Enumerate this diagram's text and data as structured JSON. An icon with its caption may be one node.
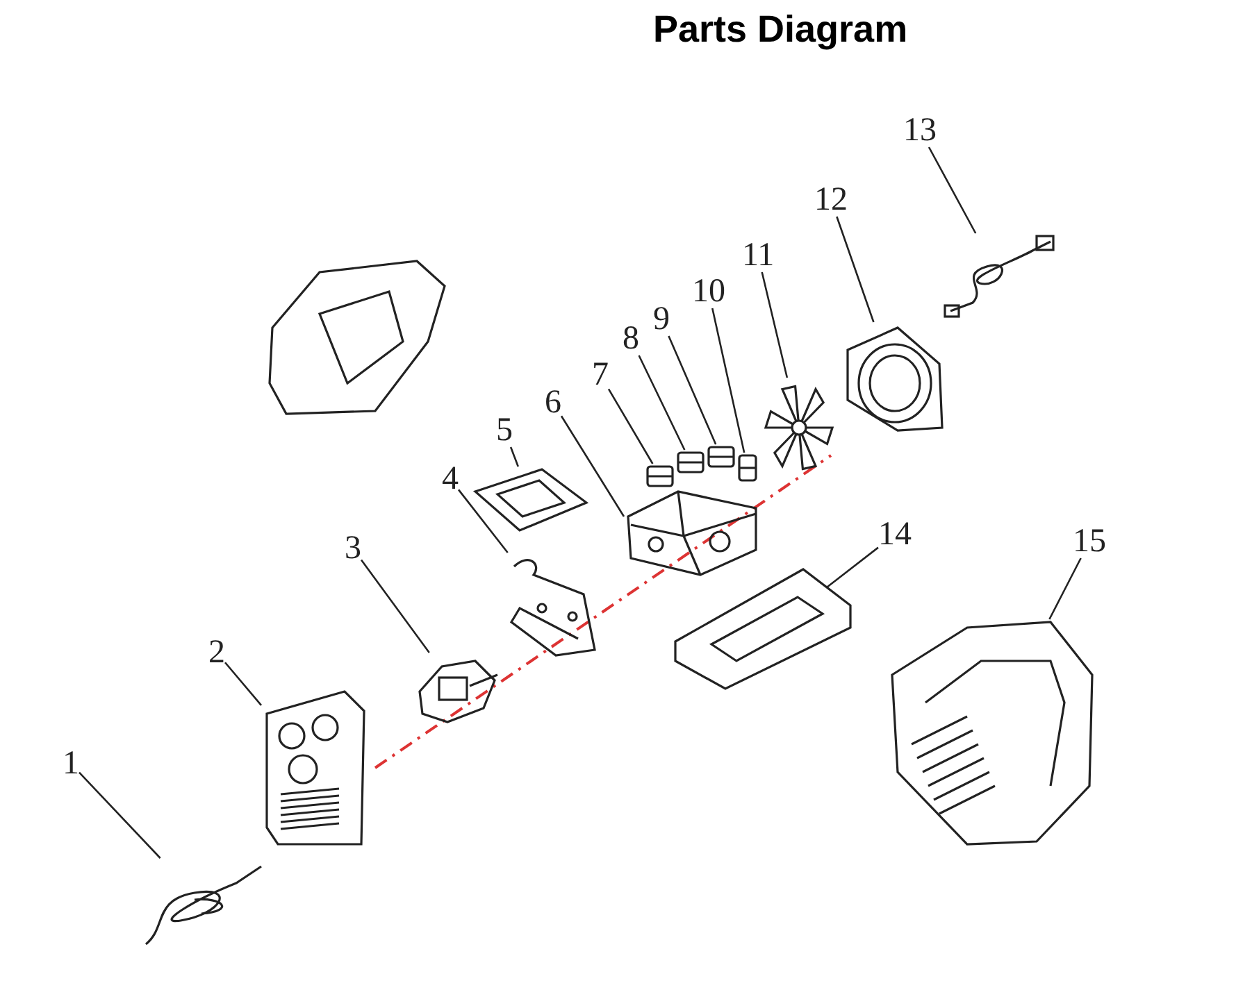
{
  "diagram": {
    "title": "Parts Diagram",
    "nodes": [
      {
        "text": [
          "1"
        ]
      },
      {
        "text": [
          "2"
        ]
      },
      {
        "text": [
          "3"
        ]
      },
      {
        "text": [
          "4"
        ]
      },
      {
        "text": [
          "5"
        ]
      },
      {
        "text": [
          "6"
        ]
      },
      {
        "text": [
          "7"
        ]
      },
      {
        "text": [
          "8"
        ]
      },
      {
        "text": [
          "9"
        ]
      },
      {
        "text": [
          "10"
        ]
      },
      {
        "text": [
          "11"
        ]
      },
      {
        "text": [
          "12"
        ]
      },
      {
        "text": [
          "13"
        ]
      },
      {
        "text": [
          "14"
        ]
      },
      {
        "text": [
          "15"
        ]
      },
      {
        "text": [],
        "shape": "picture"
      },
      {
        "text": [],
        "shape": "picture"
      },
      {
        "text": [],
        "shape": "picture"
      },
      {
        "text": [],
        "shape": "picture"
      },
      {
        "text": [],
        "shape": "picture"
      },
      {
        "text": [],
        "shape": "picture"
      },
      {
        "text": [],
        "shape": "picture"
      },
      {
        "text": [],
        "shape": "picture"
      },
      {
        "text": [],
        "shape": "picture"
      },
      {
        "text": [],
        "shape": "picture"
      },
      {
        "text": [],
        "shape": "picture"
      },
      {
        "text": [],
        "shape": "picture"
      },
      {
        "text": [],
        "shape": "picture"
      },
      {
        "text": [],
        "shape": "picture"
      },
      {
        "text": [],
        "shape": "picture"
      }
    ],
    "edges": [
      {
        "from": 0,
        "to": 15,
        "arrow": "none"
      },
      {
        "from": 1,
        "to": 16,
        "arrow": "none"
      },
      {
        "from": 2,
        "to": 17,
        "arrow": "none"
      },
      {
        "from": 3,
        "to": 18,
        "arrow": "none"
      },
      {
        "from": 4,
        "to": 19,
        "arrow": "none"
      },
      {
        "from": 5,
        "to": 20,
        "arrow": "none"
      },
      {
        "from": 6,
        "to": 21,
        "arrow": "none"
      },
      {
        "from": 7,
        "to": 22,
        "arrow": "none"
      },
      {
        "from": 8,
        "to": 23,
        "arrow": "none"
      },
      {
        "from": 9,
        "to": 24,
        "arrow": "none"
      },
      {
        "from": 10,
        "to": 25,
        "arrow": "none"
      },
      {
        "from": 11,
        "to": 26,
        "arrow": "none"
      },
      {
        "from": 12,
        "to": 27,
        "arrow": "none"
      },
      {
        "from": 13,
        "to": 28,
        "arrow": "none"
      },
      {
        "from": 14,
        "to": 29,
        "arrow": "none"
      }
    ]
  }
}
